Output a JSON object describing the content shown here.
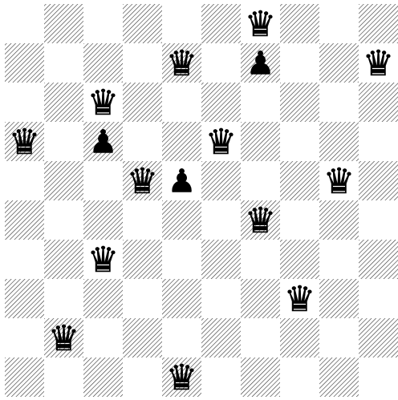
{
  "board": {
    "rows": 10,
    "cols": 10,
    "light_color": "#ffffff",
    "dark_style": "diagonal-hatch",
    "hatch_color": "#333333"
  },
  "pieces": [
    {
      "type": "queen",
      "color": "black",
      "row": 0,
      "col": 6
    },
    {
      "type": "queen",
      "color": "black",
      "row": 1,
      "col": 4
    },
    {
      "type": "pawn",
      "color": "black",
      "row": 1,
      "col": 6
    },
    {
      "type": "queen",
      "color": "black",
      "row": 1,
      "col": 9
    },
    {
      "type": "queen",
      "color": "black",
      "row": 2,
      "col": 2
    },
    {
      "type": "queen",
      "color": "black",
      "row": 3,
      "col": 0
    },
    {
      "type": "pawn",
      "color": "black",
      "row": 3,
      "col": 2
    },
    {
      "type": "queen",
      "color": "black",
      "row": 3,
      "col": 5
    },
    {
      "type": "queen",
      "color": "black",
      "row": 4,
      "col": 3
    },
    {
      "type": "pawn",
      "color": "black",
      "row": 4,
      "col": 4
    },
    {
      "type": "queen",
      "color": "black",
      "row": 4,
      "col": 8
    },
    {
      "type": "queen",
      "color": "black",
      "row": 5,
      "col": 6
    },
    {
      "type": "queen",
      "color": "black",
      "row": 6,
      "col": 2
    },
    {
      "type": "queen",
      "color": "black",
      "row": 7,
      "col": 7
    },
    {
      "type": "queen",
      "color": "black",
      "row": 8,
      "col": 1
    },
    {
      "type": "queen",
      "color": "black",
      "row": 9,
      "col": 4
    }
  ],
  "icons": {
    "queen": "queen-icon",
    "pawn": "pawn-icon"
  },
  "glyphs": {
    "queen": "♛",
    "pawn": "♟"
  }
}
